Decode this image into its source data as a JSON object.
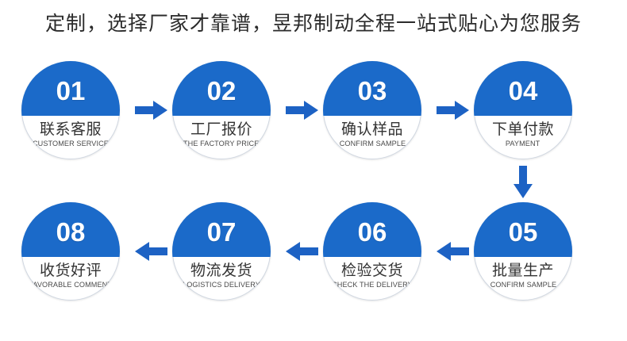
{
  "header": {
    "title": "定制，选择厂家才靠谱，昱邦制动全程一站式贴心为您服务"
  },
  "theme": {
    "blue": "#1B6AC9",
    "arrow_blue": "#1D62C4",
    "background": "#FFFFFF",
    "text": "#333333"
  },
  "flow": {
    "direction_top_row": "left-to-right",
    "direction_bottom_row": "right-to-left",
    "steps": [
      {
        "number": "01",
        "cn": "联系客服",
        "en": "CUSTOMER SERVICE"
      },
      {
        "number": "02",
        "cn": "工厂报价",
        "en": "THE FACTORY PRICE"
      },
      {
        "number": "03",
        "cn": "确认样品",
        "en": "CONFIRM SAMPLE"
      },
      {
        "number": "04",
        "cn": "下单付款",
        "en": "PAYMENT"
      },
      {
        "number": "05",
        "cn": "批量生产",
        "en": "CONFIRM SAMPLE"
      },
      {
        "number": "06",
        "cn": "检验交货",
        "en": "CHECK THE DELIVERY"
      },
      {
        "number": "07",
        "cn": "物流发货",
        "en": "LOGISTICS DELIVERY"
      },
      {
        "number": "08",
        "cn": "收货好评",
        "en": "FAVORABLE COMMENT"
      }
    ],
    "connectors": [
      {
        "name": "arrow-01-to-02",
        "direction": "right"
      },
      {
        "name": "arrow-02-to-03",
        "direction": "right"
      },
      {
        "name": "arrow-03-to-04",
        "direction": "right"
      },
      {
        "name": "arrow-04-to-05",
        "direction": "down"
      },
      {
        "name": "arrow-05-to-06",
        "direction": "left"
      },
      {
        "name": "arrow-06-to-07",
        "direction": "left"
      },
      {
        "name": "arrow-07-to-08",
        "direction": "left"
      }
    ]
  }
}
